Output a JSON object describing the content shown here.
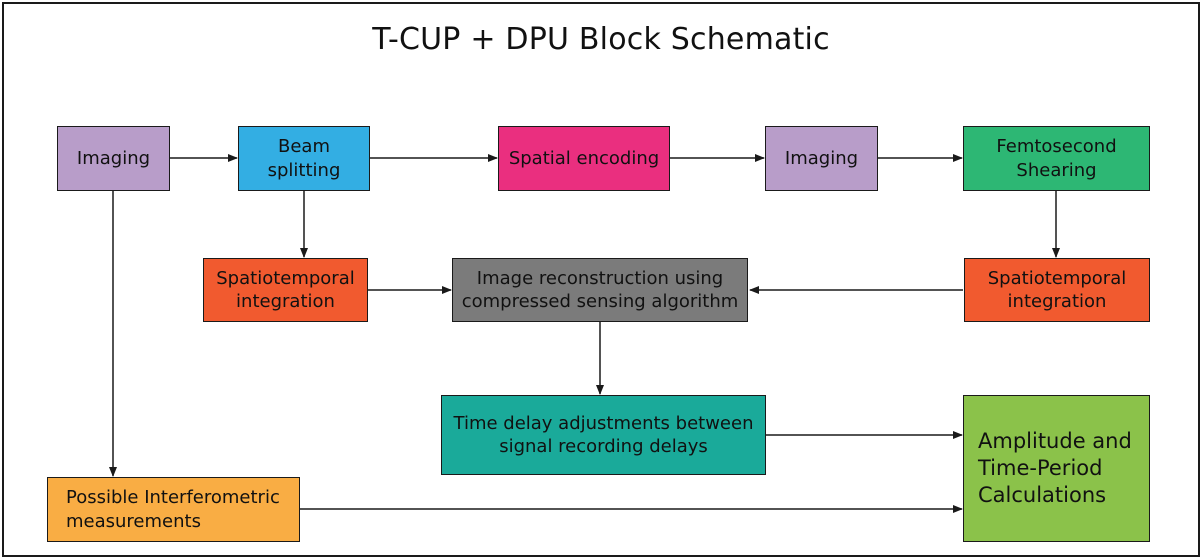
{
  "title": "T-CUP + DPU Block Schematic",
  "colors": {
    "imaging": "#b89dc9",
    "beam_splitting": "#33aee3",
    "spatial_encoding": "#ea2f7f",
    "femtosecond_shearing": "#2db774",
    "spatiotemporal": "#f15a2f",
    "reconstruction": "#7b7b7b",
    "time_delay": "#1aaa9a",
    "amplitude": "#8bc24a",
    "interferometric": "#f9ad44"
  },
  "blocks": {
    "imaging_1": "Imaging",
    "beam_splitting": "Beam\nsplitting",
    "spatial_encoding": "Spatial encoding",
    "imaging_2": "Imaging",
    "femtosecond_shearing": "Femtosecond\nShearing",
    "spatiotemporal_left": "Spatiotemporal\nintegration",
    "reconstruction": "Image reconstruction using\ncompressed sensing algorithm",
    "spatiotemporal_right": "Spatiotemporal\nintegration",
    "time_delay": "Time delay adjustments between\nsignal recording delays",
    "amplitude": "Amplitude and\nTime-Period\nCalculations",
    "interferometric": "Possible Interferometric\nmeasurements"
  }
}
